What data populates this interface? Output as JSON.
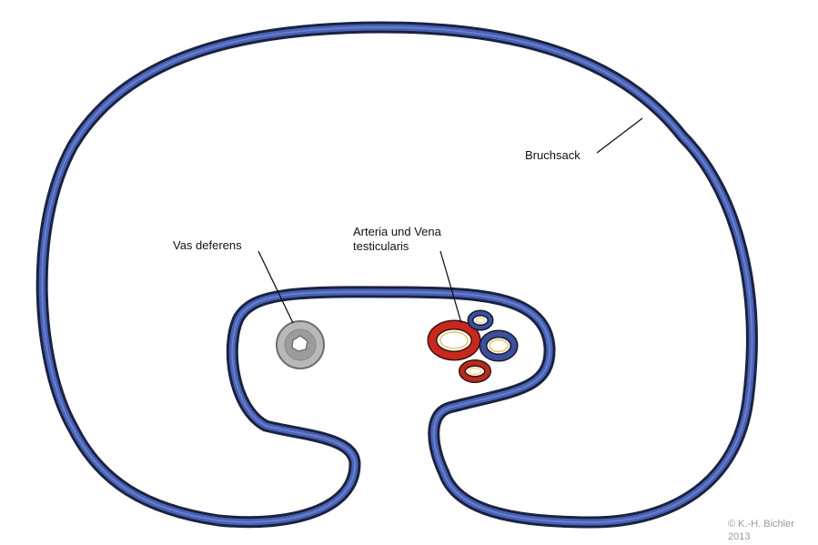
{
  "labels": {
    "bruchsack": "Bruchsack",
    "vas_deferens": "Vas deferens",
    "arteria_line1": "Arteria und Vena",
    "arteria_line2": "testicularis"
  },
  "copyright": {
    "line1": "© K.-H. Bichler",
    "line2": "2013"
  },
  "colors": {
    "sac_outer": "#1a2340",
    "sac_fill": "#4a63b8",
    "vessel_red": "#c8281e",
    "vessel_blue": "#3d4f9a",
    "vas_gray": "#9a9a9a"
  }
}
